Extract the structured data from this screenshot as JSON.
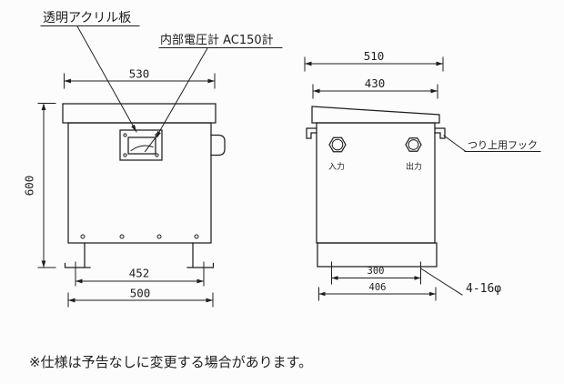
{
  "colors": {
    "line": "#1e1e1e",
    "background": "#fcfcfc"
  },
  "callouts": {
    "acrylic_panel": "透明アクリル板",
    "internal_voltmeter": "内部電圧計 AC150計",
    "lifting_hook": "つり上用フック",
    "mounting_holes": "4-16φ"
  },
  "front_view": {
    "dim_lid_width": "530",
    "dim_height": "600",
    "dim_feet_span": "452",
    "dim_overall_width": "500"
  },
  "side_view": {
    "dim_overall_depth": "510",
    "dim_lid_depth": "430",
    "dim_hole_span": "300",
    "dim_base_depth": "406",
    "input_label": "入力",
    "output_label": "出力"
  },
  "note": "※仕様は予告なしに変更する場合があります。"
}
